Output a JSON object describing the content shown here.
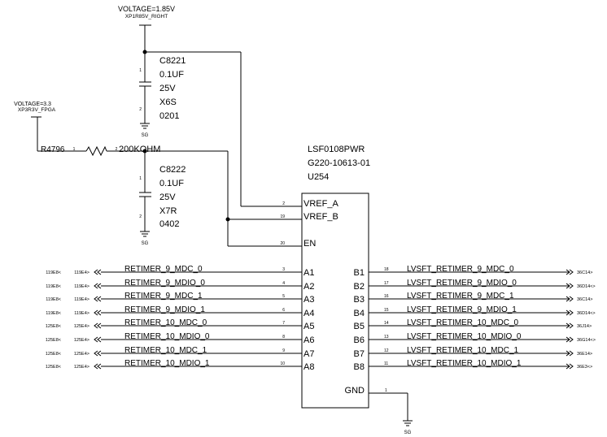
{
  "top_supply": {
    "voltage": "VOLTAGE=1.85V",
    "net": "XP1R85V_RIGHT"
  },
  "left_supply": {
    "voltage": "VOLTAGE=3.3",
    "net": "XP3R3V_FPGA"
  },
  "c8221": {
    "ref": "C8221",
    "value": "0.1UF",
    "voltage": "25V",
    "dielectric": "X6S",
    "package": "0201",
    "pin1": "1",
    "pin2": "2",
    "ground": "SG"
  },
  "c8222": {
    "ref": "C8222",
    "value": "0.1UF",
    "voltage": "25V",
    "dielectric": "X7R",
    "package": "0402",
    "pin1": "1",
    "pin2": "2",
    "ground": "SG"
  },
  "r4796": {
    "ref": "R4796",
    "value": "200KOHM",
    "pin1": "1",
    "pin2": "2"
  },
  "ic": {
    "part": "LSF0108PWR",
    "pn": "G220-10613-01",
    "ref": "U254",
    "pins": {
      "vref_a": {
        "name": "VREF_A",
        "num": "2"
      },
      "vref_b": {
        "name": "VREF_B",
        "num": "19"
      },
      "en": {
        "name": "EN",
        "num": "20"
      },
      "gnd": {
        "name": "GND",
        "num": "1"
      }
    },
    "gnd_symbol": "SG"
  },
  "channels": [
    {
      "a_pin": "A1",
      "a_num": "3",
      "a_net": "RETIMER_9_MDC_0",
      "a_ref1": "119E8<",
      "a_ref2": "119E4>",
      "b_pin": "B1",
      "b_num": "18",
      "b_net": "LVSFT_RETIMER_9_MDC_0",
      "b_ref": "36C14>"
    },
    {
      "a_pin": "A2",
      "a_num": "4",
      "a_net": "RETIMER_9_MDIO_0",
      "a_ref1": "119E8<",
      "a_ref2": "119E4>",
      "b_pin": "B2",
      "b_num": "17",
      "b_net": "LVSFT_RETIMER_9_MDIO_0",
      "b_ref": "36D14<>"
    },
    {
      "a_pin": "A3",
      "a_num": "5",
      "a_net": "RETIMER_9_MDC_1",
      "a_ref1": "119E8<",
      "a_ref2": "119E4>",
      "b_pin": "B3",
      "b_num": "16",
      "b_net": "LVSFT_RETIMER_9_MDC_1",
      "b_ref": "36C14>"
    },
    {
      "a_pin": "A4",
      "a_num": "6",
      "a_net": "RETIMER_9_MDIO_1",
      "a_ref1": "119E8<",
      "a_ref2": "119E4>",
      "b_pin": "B4",
      "b_num": "15",
      "b_net": "LVSFT_RETIMER_9_MDIO_1",
      "b_ref": "36D14<>"
    },
    {
      "a_pin": "A5",
      "a_num": "7",
      "a_net": "RETIMER_10_MDC_0",
      "a_ref1": "125E8<",
      "a_ref2": "125E4>",
      "b_pin": "B5",
      "b_num": "14",
      "b_net": "LVSFT_RETIMER_10_MDC_0",
      "b_ref": "36J14>"
    },
    {
      "a_pin": "A6",
      "a_num": "8",
      "a_net": "RETIMER_10_MDIO_0",
      "a_ref1": "125E8<",
      "a_ref2": "125E4>",
      "b_pin": "B6",
      "b_num": "13",
      "b_net": "LVSFT_RETIMER_10_MDIO_0",
      "b_ref": "36G14<>"
    },
    {
      "a_pin": "A7",
      "a_num": "9",
      "a_net": "RETIMER_10_MDC_1",
      "a_ref1": "125E8<",
      "a_ref2": "125E4>",
      "b_pin": "B7",
      "b_num": "12",
      "b_net": "LVSFT_RETIMER_10_MDC_1",
      "b_ref": "36E14>"
    },
    {
      "a_pin": "A8",
      "a_num": "10",
      "a_net": "RETIMER_10_MDIO_1",
      "a_ref1": "125E8<",
      "a_ref2": "125E4>",
      "b_pin": "B8",
      "b_num": "11",
      "b_net": "LVSFT_RETIMER_10_MDIO_1",
      "b_ref": "36E3<>"
    }
  ]
}
